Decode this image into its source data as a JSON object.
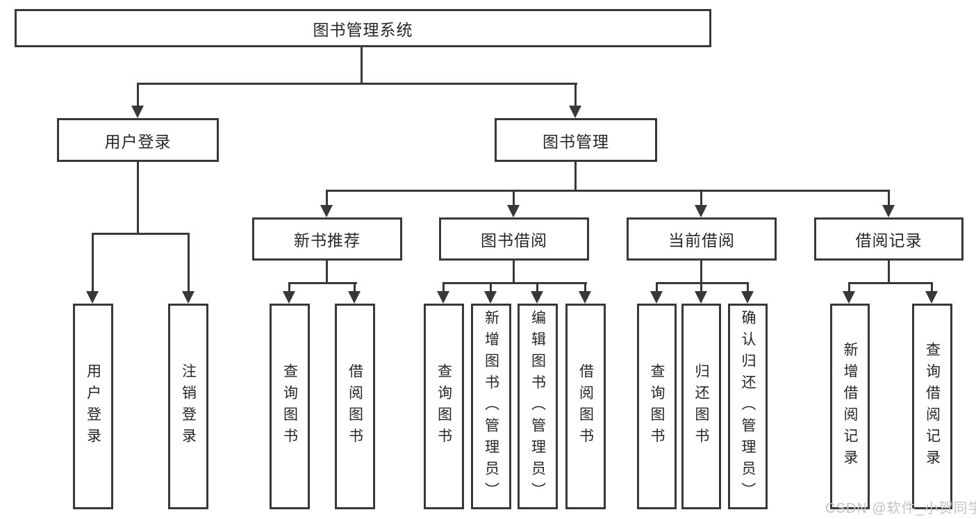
{
  "nodes": {
    "root": "图书管理系统",
    "user_login": "用户登录",
    "book_mgmt": "图书管理",
    "new_book_rec": "新书推荐",
    "book_borrow": "图书借阅",
    "current_borrow": "当前借阅",
    "borrow_record": "借阅记录",
    "leaf_user_login": "用户登录",
    "leaf_logout": "注销登录",
    "leaf_nb_query": "查询图书",
    "leaf_nb_borrow": "借阅图书",
    "leaf_bb_query": "查询图书",
    "leaf_bb_add": "新增图书（管理员）",
    "leaf_bb_edit": "编辑图书（管理员）",
    "leaf_bb_borrow": "借阅图书",
    "leaf_cb_query": "查询图书",
    "leaf_cb_return": "归还图书",
    "leaf_cb_confirm": "确认归还（管理员）",
    "leaf_br_add": "新增借阅记录",
    "leaf_br_query": "查询借阅记录"
  },
  "watermark": "CSDN @软件_小贺同学",
  "colors": {
    "line": "#383838",
    "box_border": "#383838",
    "box_fill": "#ffffff",
    "text": "#262626",
    "watermark": "#c4c4c4",
    "background": "#ffffff"
  }
}
